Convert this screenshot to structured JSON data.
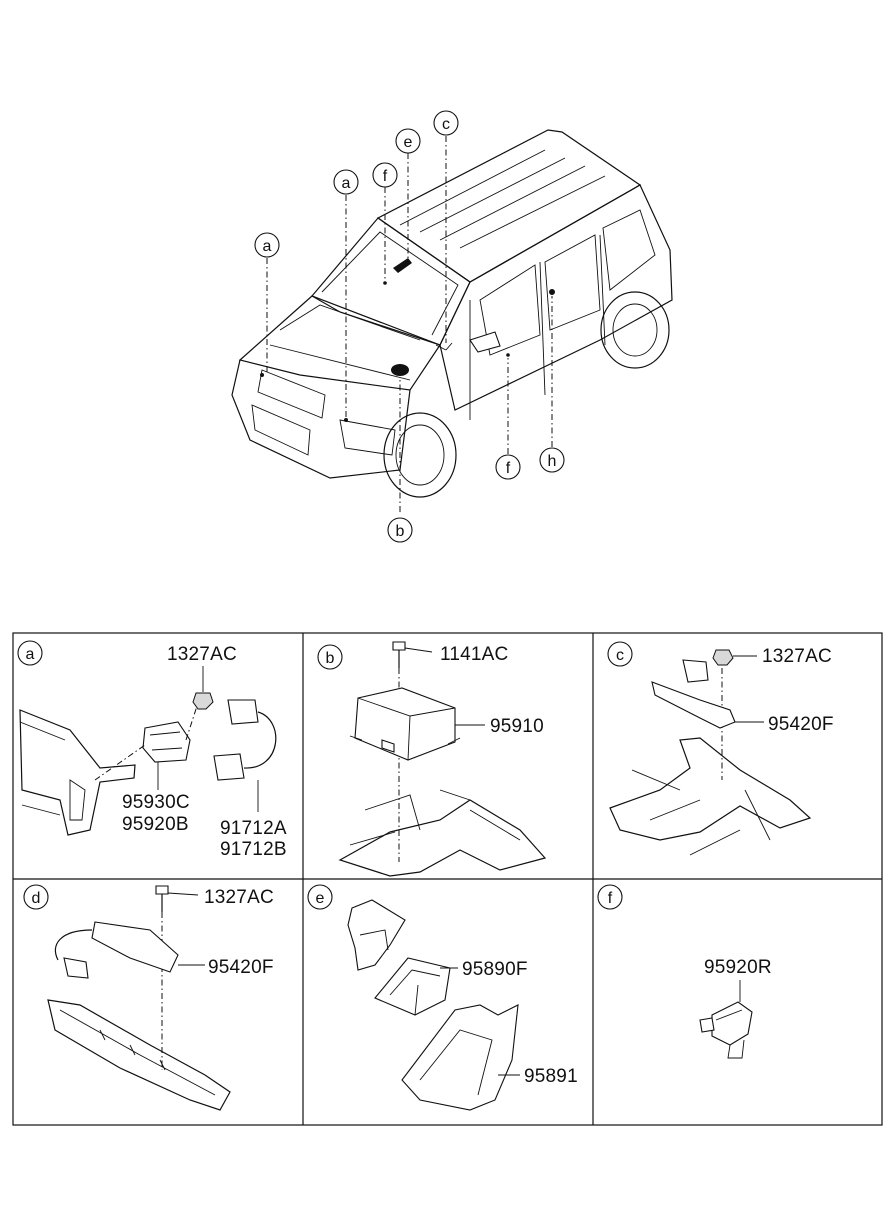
{
  "vehicle_callouts": {
    "a_left": "a",
    "a_mid": "a",
    "f_top": "f",
    "e_top": "e",
    "c_top": "c",
    "b_bottom": "b",
    "f_bottom": "f",
    "h_bottom": "h"
  },
  "panels": [
    {
      "letter": "a",
      "parts": [
        "1327AC",
        "95930C",
        "95920B",
        "91712A",
        "91712B"
      ]
    },
    {
      "letter": "b",
      "parts": [
        "1141AC",
        "95910"
      ]
    },
    {
      "letter": "c",
      "parts": [
        "1327AC",
        "95420F"
      ]
    },
    {
      "letter": "d",
      "parts": [
        "1327AC",
        "95420F"
      ]
    },
    {
      "letter": "e",
      "parts": [
        "95890F",
        "95891"
      ]
    },
    {
      "letter": "f",
      "parts": [
        "95920R"
      ]
    }
  ]
}
